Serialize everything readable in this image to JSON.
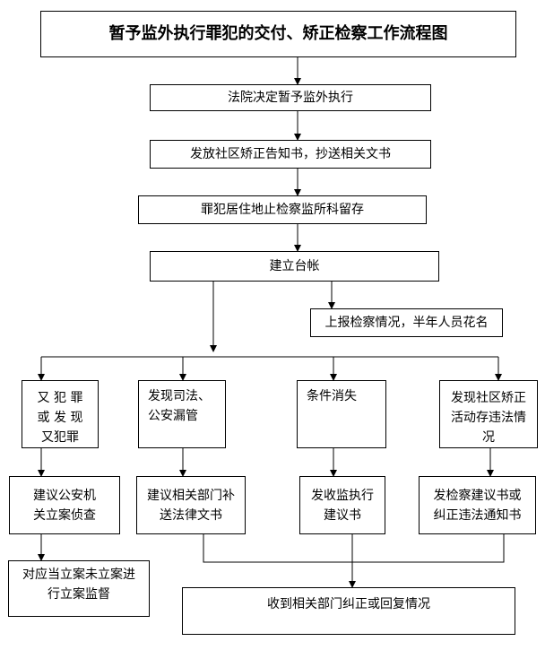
{
  "title": "暂予监外执行罪犯的交付、矫正检察工作流程图",
  "steps": {
    "court_decision": "法院决定暂予监外执行",
    "notice": "发放社区矫正告知书，抄送相关文书",
    "retain": "罪犯居住地止检察监所科留存",
    "ledger": "建立台帐",
    "report": "上报检察情况，半年人员花名"
  },
  "branches": [
    {
      "cond_lines": [
        "又 犯 罪",
        "或 发 现",
        "又犯罪"
      ],
      "action_lines": [
        "建议公安机",
        "关立案侦查"
      ]
    },
    {
      "cond_lines": [
        "发现司法、",
        "公安漏管"
      ],
      "action_lines": [
        "建议相关部门补",
        "送法律文书"
      ]
    },
    {
      "cond_lines": [
        "条件消失"
      ],
      "action_lines": [
        "发收监执行",
        "建议书"
      ]
    },
    {
      "cond_lines": [
        "发现社区矫正",
        "活动存违法情",
        "况"
      ],
      "action_lines": [
        "发检察建议书或",
        "纠正违法通知书"
      ]
    }
  ],
  "supervise_lines": [
    "对应当立案未立案进",
    "行立案监督"
  ],
  "final": "收到相关部门纠正或回复情况"
}
